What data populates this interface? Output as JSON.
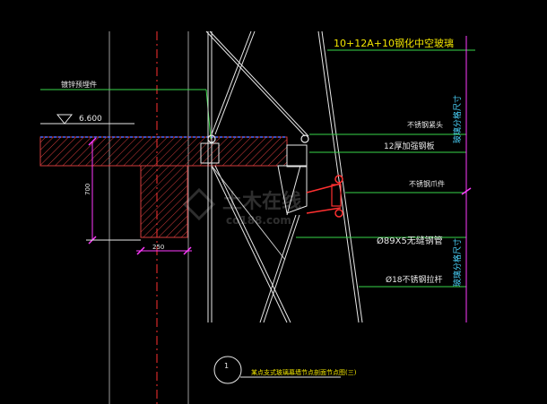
{
  "drawing": {
    "callouts": {
      "glass": "10+12A+10钢化中空玻璃",
      "embed": "镀锌预埋件",
      "elevation": "6.600",
      "stainless_claw": "不锈钢紧头",
      "steel_plate": "12厚加强钢板",
      "steel_clamp": "不锈钢爪件",
      "round_tube": "Ø89X5无缝钢管",
      "tie_rod": "Ø18不锈钢拉杆"
    },
    "dimensions": {
      "beam_height": "700",
      "beam_width": "250"
    },
    "side_labels": {
      "upper": "玻璃分格尺寸",
      "lower": "玻璃分格尺寸"
    },
    "title_block": {
      "number": "1",
      "title": "某点支式玻璃幕墙节点剖面节点图(三)"
    },
    "watermark": {
      "cn": "土木在线",
      "en": "co188.com"
    },
    "colors": {
      "background": "#000000",
      "concrete_hatch": "#d23c3c",
      "steel": "#e8e8e8",
      "axis_dash": "#ff3030",
      "dimension": "#ff3aff",
      "callout_line": "#39d64a",
      "glass_text": "#f2e600"
    }
  }
}
